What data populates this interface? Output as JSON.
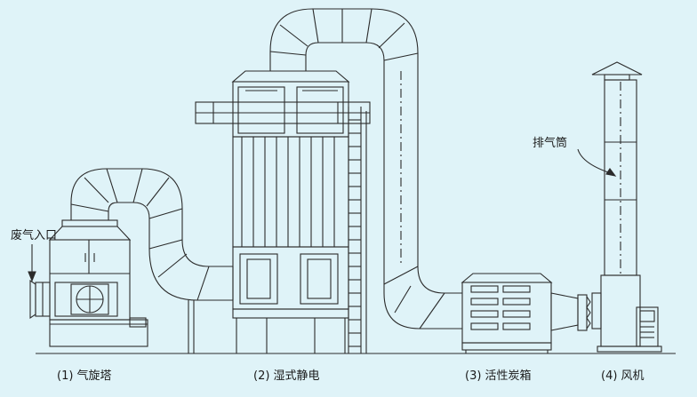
{
  "labels": {
    "inlet": "废气入口",
    "stack": "排气筒"
  },
  "captions": [
    {
      "text": "(1) 气旋塔"
    },
    {
      "text": "(2) 湿式静电"
    },
    {
      "text": "(3) 活性炭箱"
    },
    {
      "text": "(4) 风机"
    }
  ],
  "colors": {
    "background": "#dff3f8",
    "line": "#2b2b2b"
  }
}
